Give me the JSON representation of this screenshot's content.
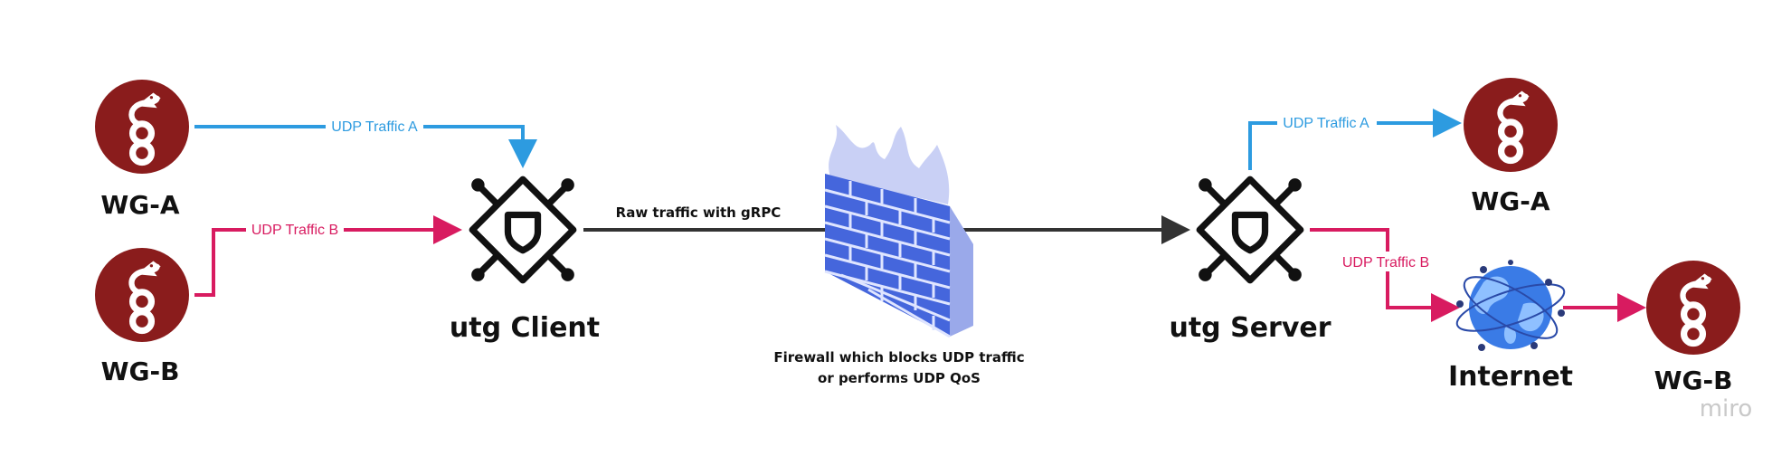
{
  "colors": {
    "traffic_a": "#2d9be0",
    "traffic_b": "#d81b60",
    "grpc": "#333333",
    "wireguard_bg": "#8a1c1c",
    "firewall_brick": "#4566dc",
    "firewall_flame": "#c9d0f5",
    "globe": "#3a7be6"
  },
  "nodes": {
    "wg_a_left": {
      "label": "WG-A",
      "icon": "wireguard-icon"
    },
    "wg_b_left": {
      "label": "WG-B",
      "icon": "wireguard-icon"
    },
    "utg_client": {
      "label": "utg Client",
      "icon": "utg-chip-shield-icon"
    },
    "firewall": {
      "caption_line1": "Firewall which blocks UDP traffic",
      "caption_line2": "or performs UDP QoS",
      "icon": "firewall-icon"
    },
    "utg_server": {
      "label": "utg Server",
      "icon": "utg-chip-shield-icon"
    },
    "wg_a_right": {
      "label": "WG-A",
      "icon": "wireguard-icon"
    },
    "internet": {
      "label": "Internet",
      "icon": "globe-icon"
    },
    "wg_b_right": {
      "label": "WG-B",
      "icon": "wireguard-icon"
    }
  },
  "edges": {
    "left_a": "UDP Traffic A",
    "left_b": "UDP Traffic B",
    "grpc": "Raw traffic with gRPC",
    "right_a": "UDP Traffic A",
    "right_b": "UDP Traffic B"
  },
  "watermark": "miro"
}
